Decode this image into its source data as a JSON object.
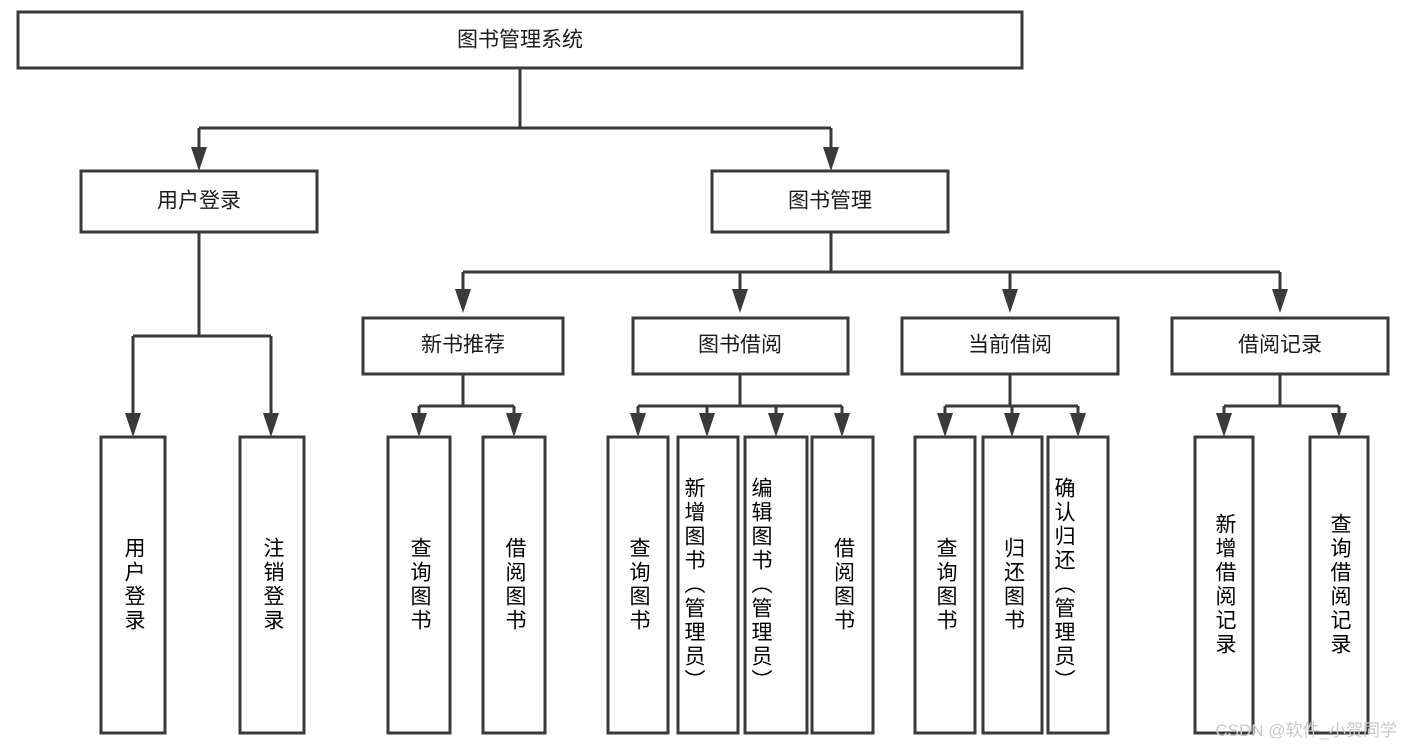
{
  "diagram": {
    "title": "图书管理系统",
    "type": "tree-hierarchy-chart",
    "watermark": "CSDN @软件_小贺同学",
    "colors": {
      "box_stroke": "#3a3a3a",
      "box_fill": "#ffffff",
      "text": "#1b1b1b",
      "connector": "#3a3a3a",
      "watermark": "#c9c9c9",
      "background": "#ffffff"
    },
    "root": {
      "label": "图书管理系统"
    },
    "level2": [
      {
        "label": "用户登录"
      },
      {
        "label": "图书管理"
      }
    ],
    "level3": [
      {
        "label": "新书推荐"
      },
      {
        "label": "图书借阅"
      },
      {
        "label": "当前借阅"
      },
      {
        "label": "借阅记录"
      }
    ],
    "leaves": {
      "user_login": [
        {
          "label": "用户登录"
        },
        {
          "label": "注销登录"
        }
      ],
      "new_book_recommend": [
        {
          "label": "查询图书"
        },
        {
          "label": "借阅图书"
        }
      ],
      "book_borrow": [
        {
          "label": "查询图书"
        },
        {
          "label": "新增图书（管理员）"
        },
        {
          "label": "编辑图书（管理员）"
        },
        {
          "label": "借阅图书"
        }
      ],
      "current_borrow": [
        {
          "label": "查询图书"
        },
        {
          "label": "归还图书"
        },
        {
          "label": "确认归还（管理员）"
        }
      ],
      "borrow_record": [
        {
          "label": "新增借阅记录"
        },
        {
          "label": "查询借阅记录"
        }
      ]
    }
  }
}
